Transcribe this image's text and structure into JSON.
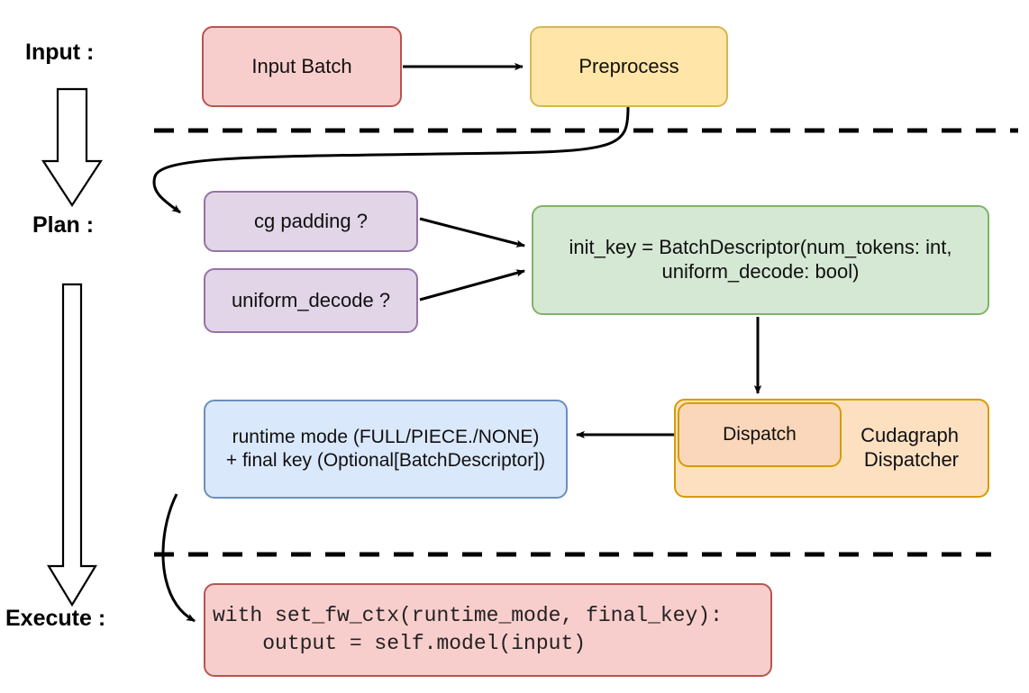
{
  "diagram": {
    "title_hidden": "",
    "stages": [
      {
        "id": "input",
        "label": "Input :"
      },
      {
        "id": "plan",
        "label": "Plan :"
      },
      {
        "id": "execute",
        "label": "Execute :"
      }
    ],
    "nodes": {
      "input_batch": {
        "label": "Input Batch",
        "fill": "#f8cecc",
        "stroke": "#b85450"
      },
      "preprocess": {
        "label": "Preprocess",
        "fill": "#ffe6a8",
        "stroke": "#d6b656"
      },
      "cg_padding": {
        "label": "cg padding ?",
        "fill": "#e1d5e7",
        "stroke": "#9673a6"
      },
      "uniform_decode": {
        "label": "uniform_decode ?",
        "fill": "#e1d5e7",
        "stroke": "#9673a6"
      },
      "init_key": {
        "line1": "init_key = BatchDescriptor(num_tokens: int,",
        "line2": "uniform_decode: bool)",
        "fill": "#d5e8d4",
        "stroke": "#82b366"
      },
      "cudagraph_dispatcher": {
        "line1": "Cudagraph",
        "line2": "Dispatcher",
        "fill": "#fce0c0",
        "stroke": "#d79b00"
      },
      "dispatch": {
        "label": "Dispatch",
        "fill": "#fad7ba",
        "stroke": "#d79b00"
      },
      "runtime_mode": {
        "line1": "runtime mode (FULL/PIECE./NONE)",
        "line2": "+ final key (Optional[BatchDescriptor])",
        "fill": "#dae8fc",
        "stroke": "#6c8ebf"
      },
      "code_block": {
        "line1": "with set_fw_ctx(runtime_mode, final_key):",
        "line2": "    output = self.model(input)",
        "fill": "#f8cecc",
        "stroke": "#b85450"
      }
    },
    "edges": [
      {
        "from": "input_batch",
        "to": "preprocess",
        "style": "straight-arrow"
      },
      {
        "from": "preprocess",
        "to": "cg_padding",
        "style": "curved-arrow"
      },
      {
        "from": "cg_padding",
        "to": "init_key",
        "style": "straight-arrow"
      },
      {
        "from": "uniform_decode",
        "to": "init_key",
        "style": "straight-arrow"
      },
      {
        "from": "init_key",
        "to": "dispatch",
        "style": "straight-arrow-down"
      },
      {
        "from": "cudagraph_dispatcher",
        "to": "runtime_mode",
        "style": "straight-arrow-left"
      },
      {
        "from": "runtime_mode",
        "to": "code_block",
        "style": "curved-arrow"
      }
    ],
    "separators": [
      {
        "id": "input-plan-divider",
        "style": "dashed"
      },
      {
        "id": "plan-execute-divider",
        "style": "dashed"
      }
    ],
    "flow_arrows": [
      {
        "id": "input-to-plan-big-arrow"
      },
      {
        "id": "plan-to-execute-big-arrow"
      }
    ],
    "colors": {
      "line": "#000000",
      "text": "#101010",
      "background": "#ffffff"
    }
  }
}
